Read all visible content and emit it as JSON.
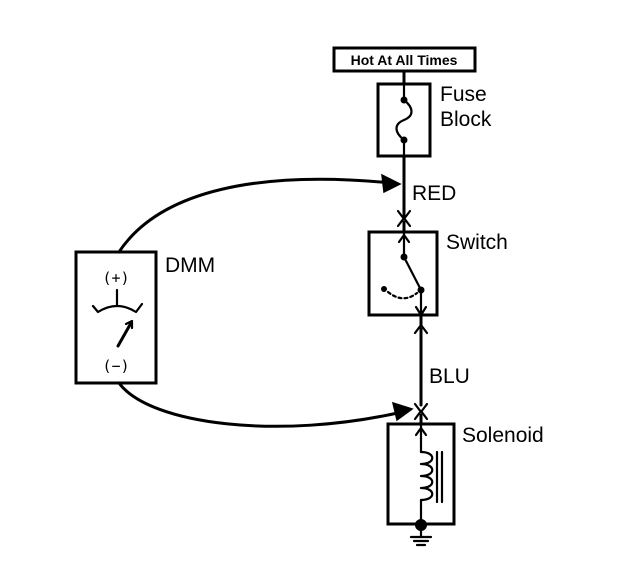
{
  "power_source": {
    "label": "Hot At All Times"
  },
  "fuse": {
    "line1": "Fuse",
    "line2": "Block"
  },
  "wires": {
    "upper": "RED",
    "lower": "BLU"
  },
  "switch": {
    "label": "Switch"
  },
  "solenoid": {
    "label": "Solenoid"
  },
  "meter": {
    "label": "DMM",
    "positive": "(+)",
    "negative": "(−)"
  },
  "icons": [
    "fuse-icon",
    "switch-icon",
    "coil-icon",
    "ground-icon",
    "meter-needle-icon",
    "arrow-icon"
  ]
}
